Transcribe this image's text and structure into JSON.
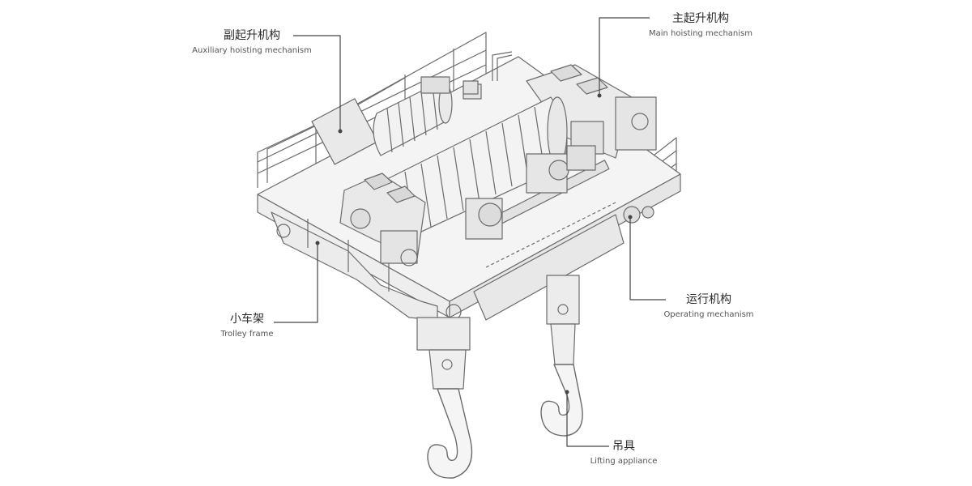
{
  "labels": {
    "auxiliary": {
      "zh": "副起升机构",
      "en": "Auxiliary hoisting mechanism"
    },
    "main": {
      "zh": "主起升机构",
      "en": "Main hoisting mechanism"
    },
    "trolley_frame": {
      "zh": "小车架",
      "en": "Trolley frame"
    },
    "operating": {
      "zh": "运行机构",
      "en": "Operating mechanism"
    },
    "lifting": {
      "zh": "吊具",
      "en": "Lifting appliance"
    }
  },
  "colors": {
    "line": "#6b6b6b",
    "leader": "#444444",
    "frame": "#eeeeee",
    "drum": "#f2f2f2"
  }
}
